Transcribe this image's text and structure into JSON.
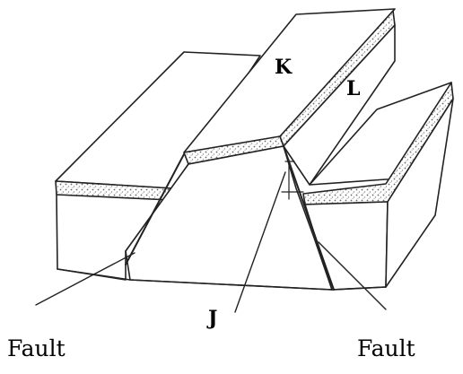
{
  "labels": {
    "k": "K",
    "l": "L",
    "j": "J",
    "fault_left": "Fault",
    "fault_right": "Fault"
  },
  "colors": {
    "ink": "#222222",
    "face": "#ffffff",
    "stipple": "#8a8a8a"
  }
}
